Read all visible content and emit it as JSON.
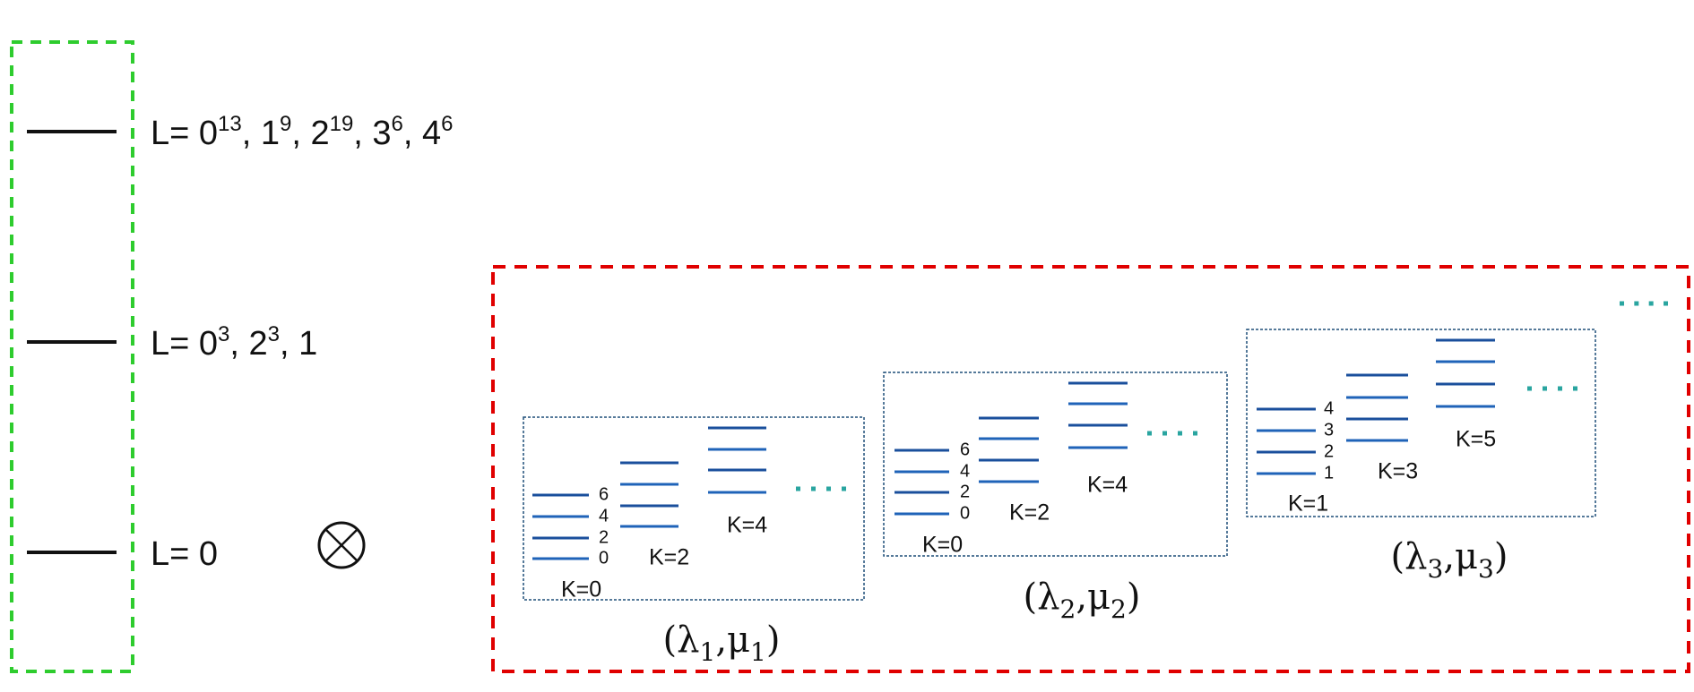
{
  "colors": {
    "green_box": "#2ecc2e",
    "red_box": "#e00000",
    "band_line": "#1f63b8",
    "band_line_dark": "#1a4f9c",
    "band_box": "#1f4e79",
    "dots": "#2aa5a0",
    "level_line": "#111111"
  },
  "left_panel": {
    "levels": [
      {
        "segments": [
          {
            "t": "L= 0"
          },
          {
            "sup": "13"
          },
          {
            "t": ", 1"
          },
          {
            "sup": "9"
          },
          {
            "t": ", 2"
          },
          {
            "sup": "19"
          },
          {
            "t": ", 3"
          },
          {
            "sup": "6"
          },
          {
            "t": ", 4"
          },
          {
            "sup": "6"
          }
        ]
      },
      {
        "segments": [
          {
            "t": "L= 0"
          },
          {
            "sup": "3"
          },
          {
            "t": ", 2"
          },
          {
            "sup": "3"
          },
          {
            "t": ", 1"
          }
        ]
      },
      {
        "segments": [
          {
            "t": "L= 0"
          }
        ]
      }
    ]
  },
  "operator": {
    "symbol": "⊗"
  },
  "irreps": [
    {
      "title": {
        "open": "(",
        "lambda": "λ",
        "lambda_sub": "1",
        "comma": ",",
        "mu": "μ",
        "mu_sub": "1",
        "close": ")"
      },
      "bands": [
        {
          "label": "K=0",
          "level_labels": [
            "0",
            "2",
            "4",
            "6"
          ]
        },
        {
          "label": "K=2"
        },
        {
          "label": "K=4"
        }
      ],
      "more": "...."
    },
    {
      "title": {
        "open": "(",
        "lambda": "λ",
        "lambda_sub": "2",
        "comma": ",",
        "mu": "μ",
        "mu_sub": "2",
        "close": ")"
      },
      "bands": [
        {
          "label": "K=0",
          "level_labels": [
            "0",
            "2",
            "4",
            "6"
          ]
        },
        {
          "label": "K=2"
        },
        {
          "label": "K=4"
        }
      ],
      "more": "...."
    },
    {
      "title": {
        "open": "(",
        "lambda": "λ",
        "lambda_sub": "3",
        "comma": ",",
        "mu": "μ",
        "mu_sub": "3",
        "close": ")"
      },
      "bands": [
        {
          "label": "K=1",
          "level_labels": [
            "1",
            "2",
            "3",
            "4"
          ]
        },
        {
          "label": "K=3"
        },
        {
          "label": "K=5"
        }
      ],
      "more": "...."
    }
  ],
  "more_irreps": "...."
}
